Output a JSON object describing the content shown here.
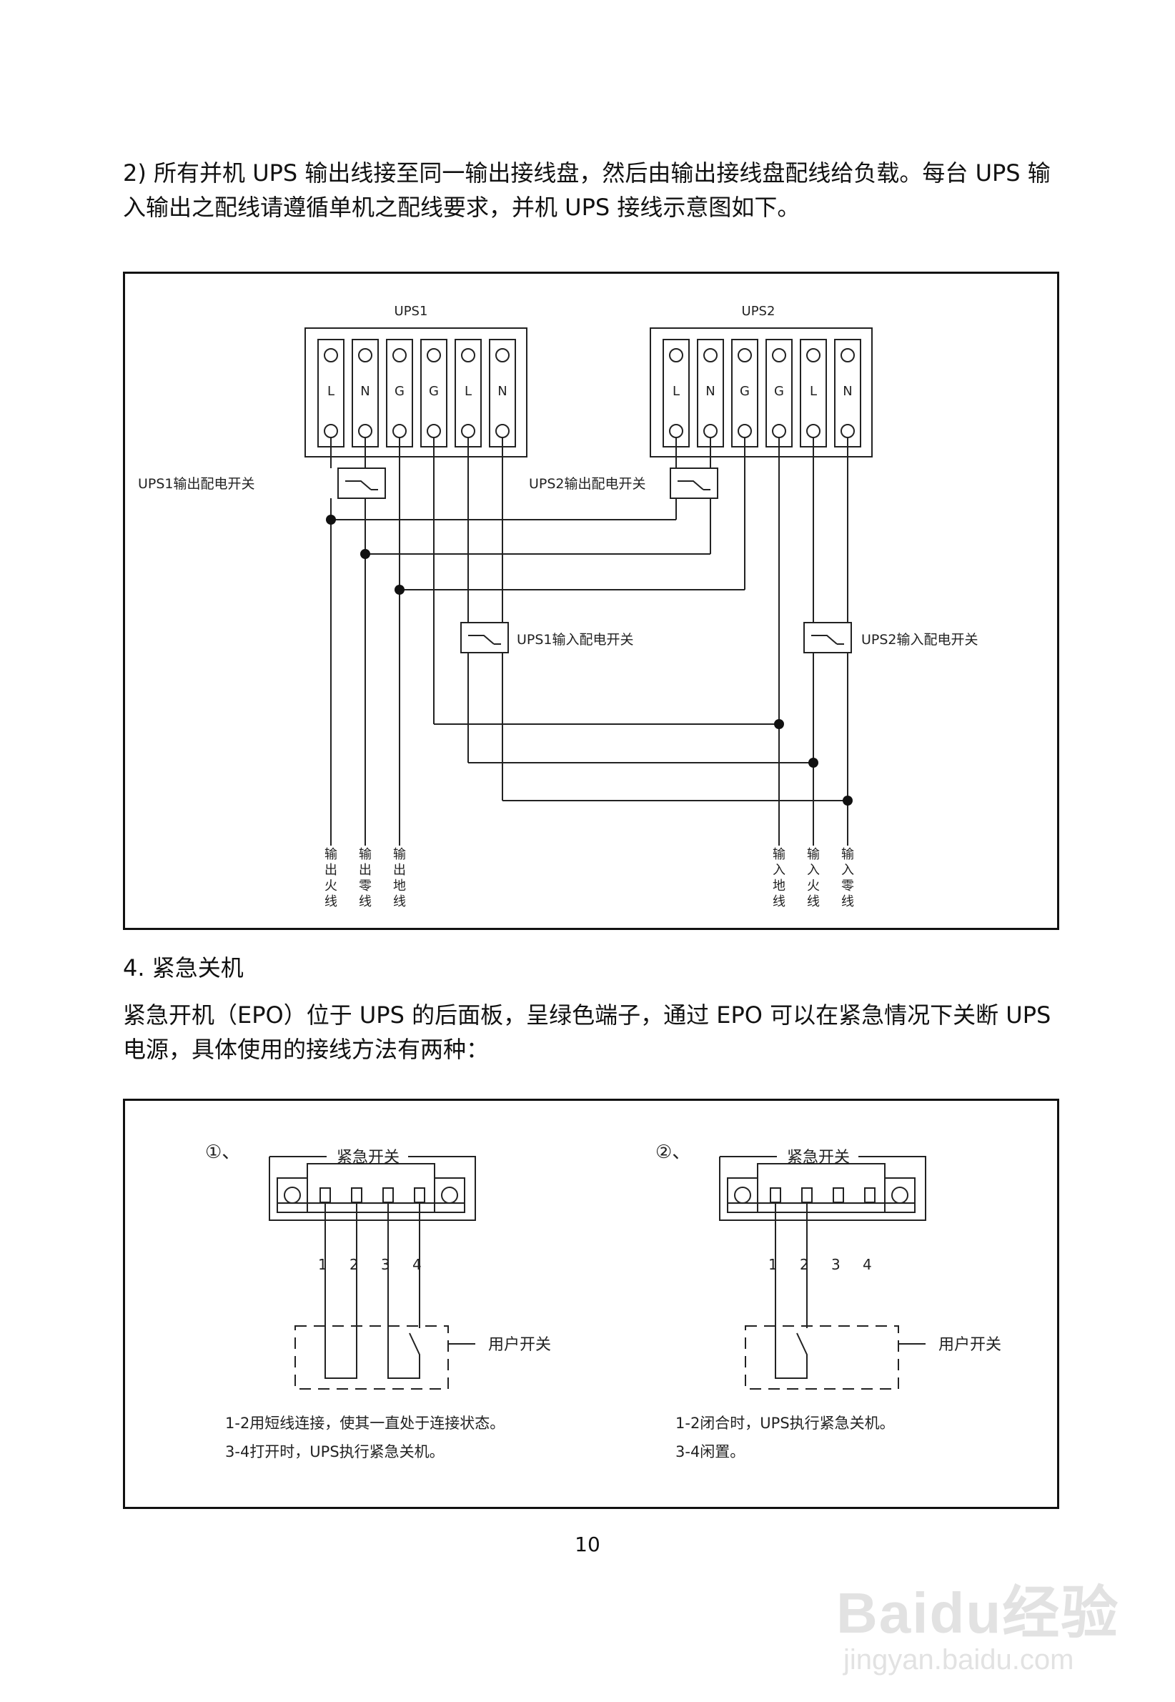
{
  "paragraph1": "2) 所有并机 UPS 输出线接至同一输出接线盘，然后由输出接线盘配线给负载。每台 UPS 输入输出之配线请遵循单机之配线要求，并机 UPS 接线示意图如下。",
  "parallel_diagram": {
    "ups1_label": "UPS1",
    "ups2_label": "UPS2",
    "terminals": [
      "L",
      "N",
      "G",
      "G",
      "L",
      "N"
    ],
    "ups1_output_switch": "UPS1输出配电开关",
    "ups2_output_switch": "UPS2输出配电开关",
    "ups1_input_switch": "UPS1输入配电开关",
    "ups2_input_switch": "UPS2输入配电开关",
    "bottom_labels": [
      "输出火线",
      "输出零线",
      "输出地线",
      "输入地线",
      "输入火线",
      "输入零线"
    ]
  },
  "section_heading": "4. 紧急关机",
  "paragraph2": "紧急开机（EPO）位于 UPS 的后面板，呈绿色端子，通过 EPO 可以在紧急情况下关断 UPS 电源，具体使用的接线方法有两种：",
  "epo_diagram": {
    "option1": {
      "marker": "①、",
      "title": "紧急开关",
      "pins": [
        "1",
        "2",
        "3",
        "4"
      ],
      "user_switch": "用户开关",
      "note_line1": "1-2用短线连接，使其一直处于连接状态。",
      "note_line2": "3-4打开时，UPS执行紧急关机。"
    },
    "option2": {
      "marker": "②、",
      "title": "紧急开关",
      "pins": [
        "1",
        "2",
        "3",
        "4"
      ],
      "user_switch": "用户开关",
      "note_line1": "1-2闭合时，UPS执行紧急关机。",
      "note_line2": "3-4闲置。"
    }
  },
  "page_number": "10",
  "watermark": {
    "brand": "Baidu经验",
    "url": "jingyan.baidu.com"
  }
}
